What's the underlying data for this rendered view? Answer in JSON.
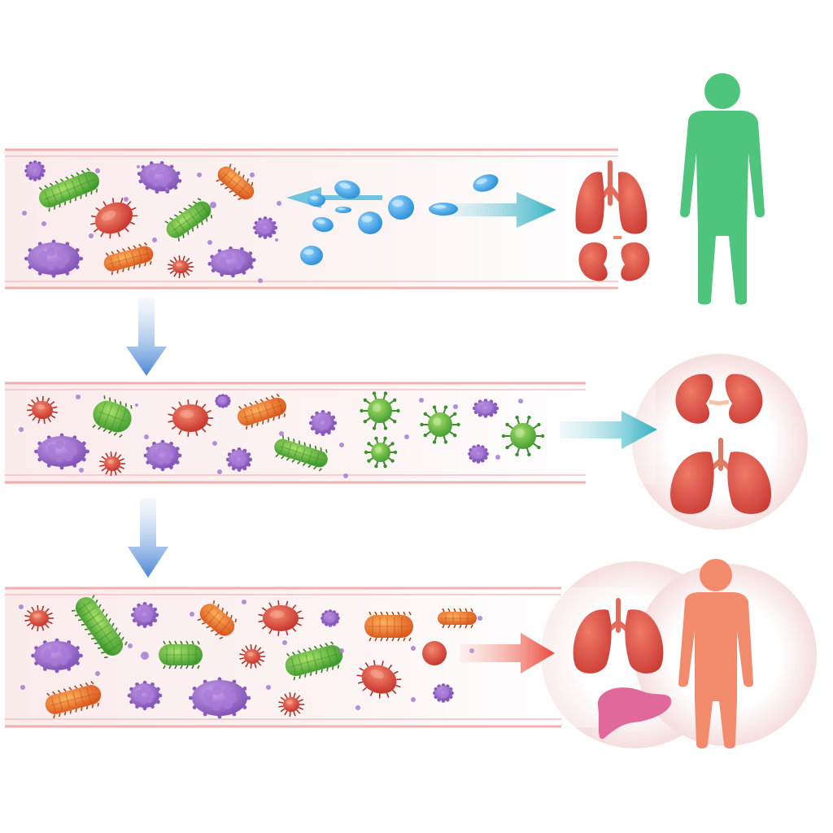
{
  "diagram": {
    "panels": [
      {
        "id": "panel-1",
        "tube_microbes": [
          "green-bacillus",
          "purple-cocci-cluster",
          "red-bacterium",
          "orange-bacillus"
        ],
        "medication": {
          "icon": "blue-capsule-pills",
          "arrow_color": "#3fb7c9"
        },
        "target_organs": [
          "lungs-icon",
          "kidneys-icon"
        ],
        "person": {
          "icon": "person-icon",
          "color": "#4fc47d"
        }
      },
      {
        "id": "panel-2",
        "tube_microbes": [
          "green-spiked-virus",
          "purple-cocci-cluster",
          "orange-bacillus",
          "red-bacterium"
        ],
        "arrow_color": "#35b3c4",
        "target_organs": [
          "kidneys-icon",
          "lungs-icon"
        ]
      },
      {
        "id": "panel-3",
        "tube_microbes": [
          "green-bacillus",
          "purple-cocci-cluster",
          "orange-bacillus",
          "red-bacterium"
        ],
        "arrow_color": "#ea5a45",
        "target_organs": [
          "lungs-icon",
          "liver-icon"
        ],
        "person": {
          "icon": "person-icon",
          "color": "#f28a6c"
        }
      }
    ],
    "connectors": [
      {
        "from": "panel-1",
        "to": "panel-2",
        "icon": "down-arrow-icon",
        "color": "#4f8fd6"
      },
      {
        "from": "panel-2",
        "to": "panel-3",
        "icon": "down-arrow-icon",
        "color": "#4f8fd6"
      }
    ],
    "colors": {
      "tube_border": "#f0a4a4",
      "tube_fill": "#fbeeee",
      "microbe_green": "#6cc04a",
      "microbe_purple": "#9b6cc8",
      "microbe_orange": "#ef7a2c",
      "microbe_red": "#e0473a",
      "pill_blue": "#3aa2e0",
      "organ_red": "#e0514a",
      "liver_pink": "#e0689a"
    }
  }
}
